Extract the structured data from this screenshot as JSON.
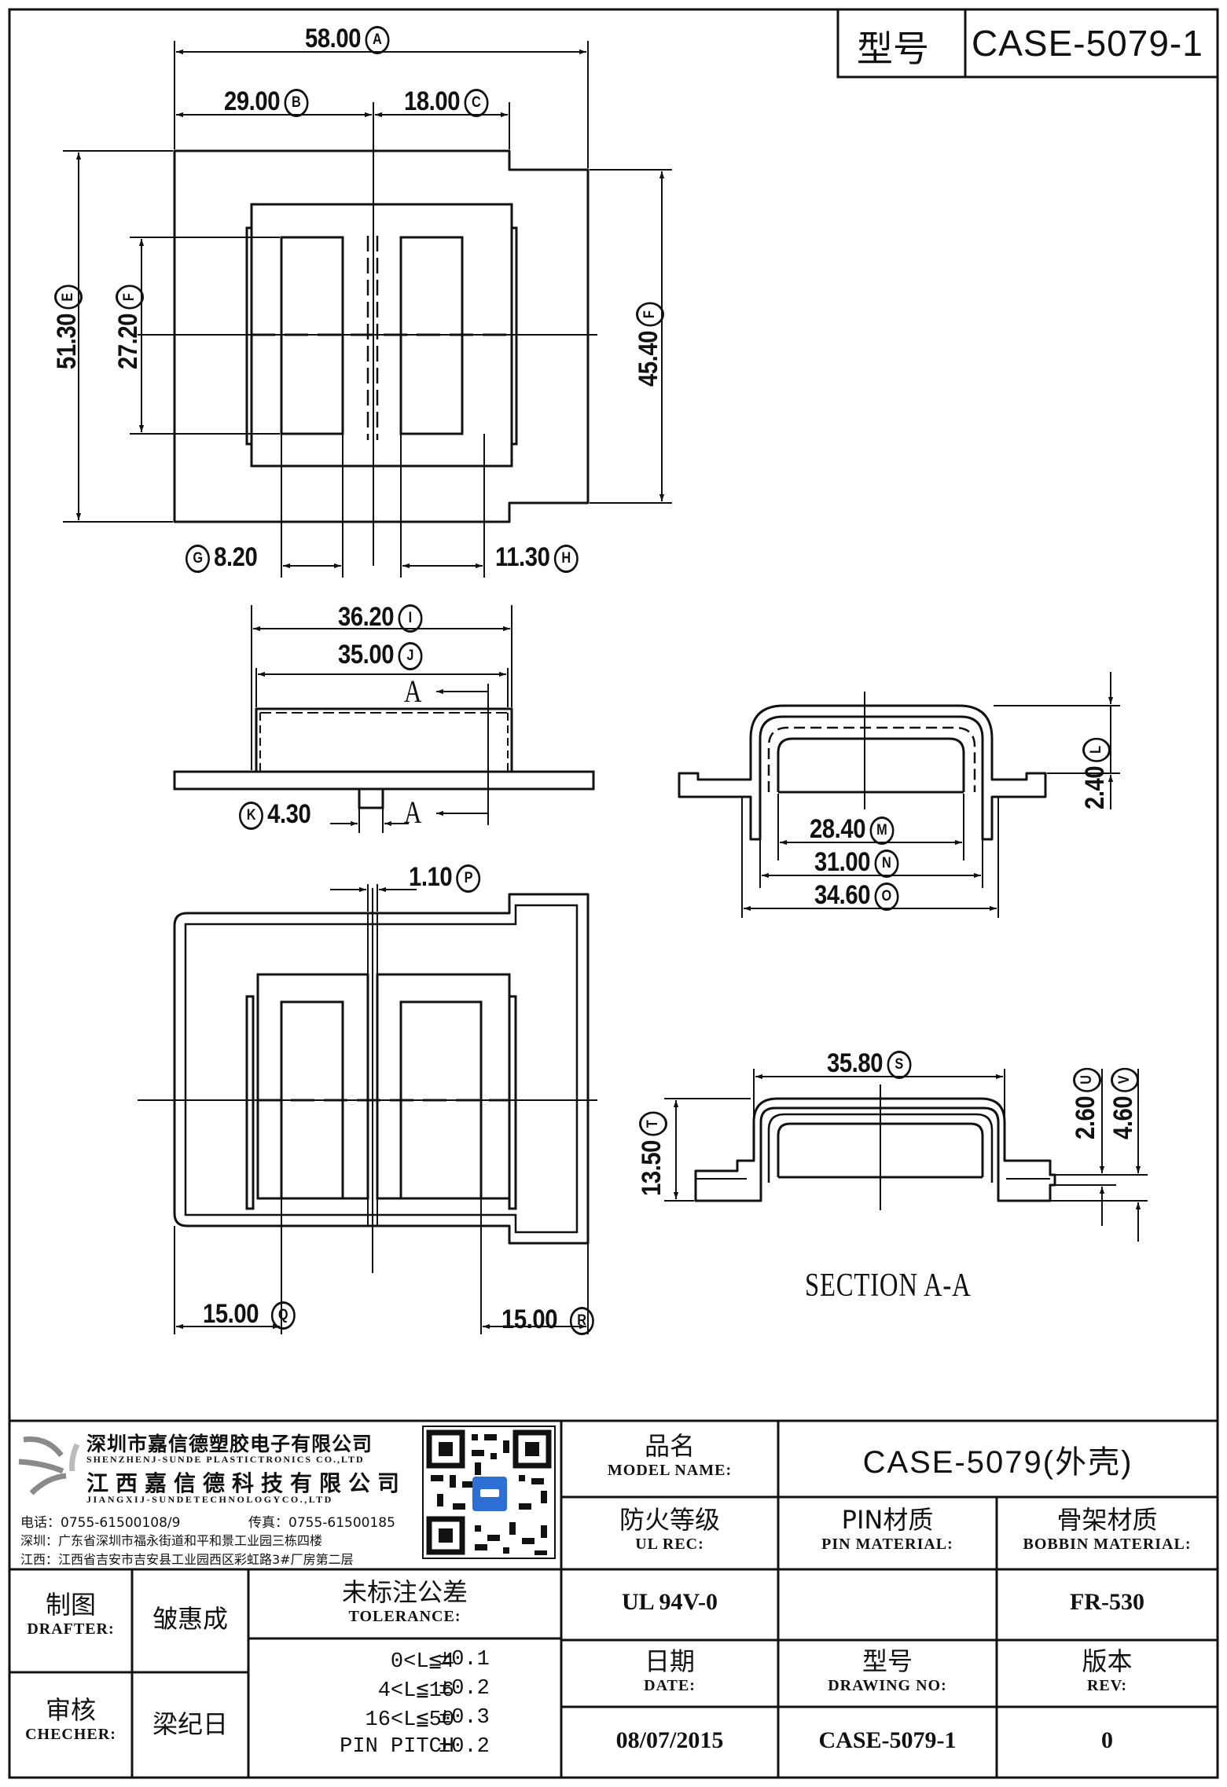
{
  "title_block_top": {
    "model_label": "型号",
    "model_value": "CASE-5079-1"
  },
  "dimensions": {
    "A": {
      "value": "58.00",
      "letter": "A"
    },
    "B": {
      "value": "29.00",
      "letter": "B"
    },
    "C": {
      "value": "18.00",
      "letter": "C"
    },
    "E": {
      "value": "51.30",
      "letter": "E"
    },
    "F": {
      "value": "27.20",
      "letter": "F"
    },
    "F2": {
      "value": "45.40",
      "letter": "F"
    },
    "G": {
      "value": "8.20",
      "letter": "G"
    },
    "H": {
      "value": "11.30",
      "letter": "H"
    },
    "I": {
      "value": "36.20",
      "letter": "I"
    },
    "J": {
      "value": "35.00",
      "letter": "J"
    },
    "K": {
      "value": "4.30",
      "letter": "K"
    },
    "L": {
      "value": "2.40",
      "letter": "L"
    },
    "M": {
      "value": "28.40",
      "letter": "M"
    },
    "N": {
      "value": "31.00",
      "letter": "N"
    },
    "O": {
      "value": "34.60",
      "letter": "O"
    },
    "P": {
      "value": "1.10",
      "letter": "P"
    },
    "Q": {
      "value": "15.00",
      "letter": "Q"
    },
    "R": {
      "value": "15.00",
      "letter": "R"
    },
    "S": {
      "value": "35.80",
      "letter": "S"
    },
    "T": {
      "value": "13.50",
      "letter": "T"
    },
    "U": {
      "value": "2.60",
      "letter": "U"
    },
    "V": {
      "value": "4.60",
      "letter": "V"
    }
  },
  "section_marks": {
    "a_top": "A",
    "a_bottom": "A",
    "caption": "SECTION A-A"
  },
  "company": {
    "name_cn_1": "深圳市嘉信德塑胶电子有限公司",
    "name_en_1": "SHENZHENJ-SUNDE PLASTICTRONICS CO.,LTD",
    "name_cn_2": "江西嘉信德科技有限公司",
    "name_en_2": "JIANGXIJ-SUNDETECHNOLOGYCO.,LTD",
    "phone_label": "电话：0755-61500108/9",
    "fax_label": "传真：0755-61500185",
    "addr_sz": "深圳：广东省深圳市福永街道和平和景工业园三栋四楼",
    "addr_jx": "江西：江西省吉安市吉安县工业园西区彩虹路3#厂房第二层"
  },
  "title_block": {
    "product_cn": "品名",
    "product_en": "MODEL NAME:",
    "product_value": "CASE-5079(外壳)",
    "ul_cn": "防火等级",
    "ul_en": "UL REC:",
    "ul_value": "UL 94V-0",
    "pin_cn": "PIN材质",
    "pin_en": "PIN MATERIAL:",
    "pin_value": "",
    "bobbin_cn": "骨架材质",
    "bobbin_en": "BOBBIN MATERIAL:",
    "bobbin_value": "FR-530",
    "drafter_cn": "制图",
    "drafter_en": "DRAFTER:",
    "drafter_value": "皱惠成",
    "checker_cn": "审核",
    "checker_en": "CHECHER:",
    "checker_value": "梁纪日",
    "tol_cn": "未标注公差",
    "tol_en": "TOLERANCE:",
    "tol_rows": [
      {
        "range": "0<L≦4",
        "value": "±0.1"
      },
      {
        "range": "4<L≦16",
        "value": "±0.2"
      },
      {
        "range": "16<L≦50",
        "value": "±0.3"
      },
      {
        "range": "PIN PITCH",
        "value": "±0.2"
      }
    ],
    "date_cn": "日期",
    "date_en": "DATE:",
    "date_value": "08/07/2015",
    "dwg_cn": "型号",
    "dwg_en": "DRAWING NO:",
    "dwg_value": "CASE-5079-1",
    "rev_cn": "版本",
    "rev_en": "REV:",
    "rev_value": "0"
  }
}
